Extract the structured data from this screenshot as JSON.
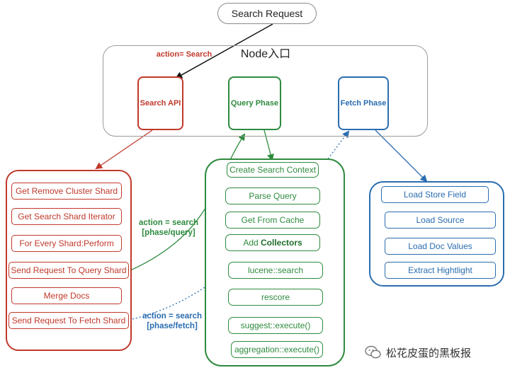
{
  "search_request": "Search Request",
  "node_title": "Node入口",
  "action_search": "action= Search",
  "node_apis": {
    "search_api": "Search API",
    "query_phase": "Query Phase",
    "fetch_phase": "Fetch Phase"
  },
  "search_api_steps": [
    "Get Remove Cluster Shard",
    "Get Search Shard Iterator",
    "For Every Shard:Perform",
    "Send Request To Query Shard",
    "Merge Docs",
    "Send Request To Fetch Shard"
  ],
  "query_steps": [
    "Create Search Context",
    "Parse Query",
    "Get From Cache",
    "lucene::search",
    "rescore",
    "suggest::execute()",
    "aggregation::execute()"
  ],
  "add_collectors": {
    "prefix": "Add ",
    "bold": "Collectors"
  },
  "fetch_steps": [
    "Load Store Field",
    "Load Source",
    "Load Doc Values",
    "Extract Hightlight"
  ],
  "query_action_label": {
    "line1": "action = search",
    "line2": "[phase/query]"
  },
  "fetch_action_label": {
    "line1": "action = search",
    "line2": "[phase/fetch]"
  },
  "watermark": "松花皮蛋的黑板报",
  "colors": {
    "red": "#c0392b",
    "green": "#2e8b3e",
    "blue": "#2a6db0",
    "gray": "#9a9a9a"
  }
}
